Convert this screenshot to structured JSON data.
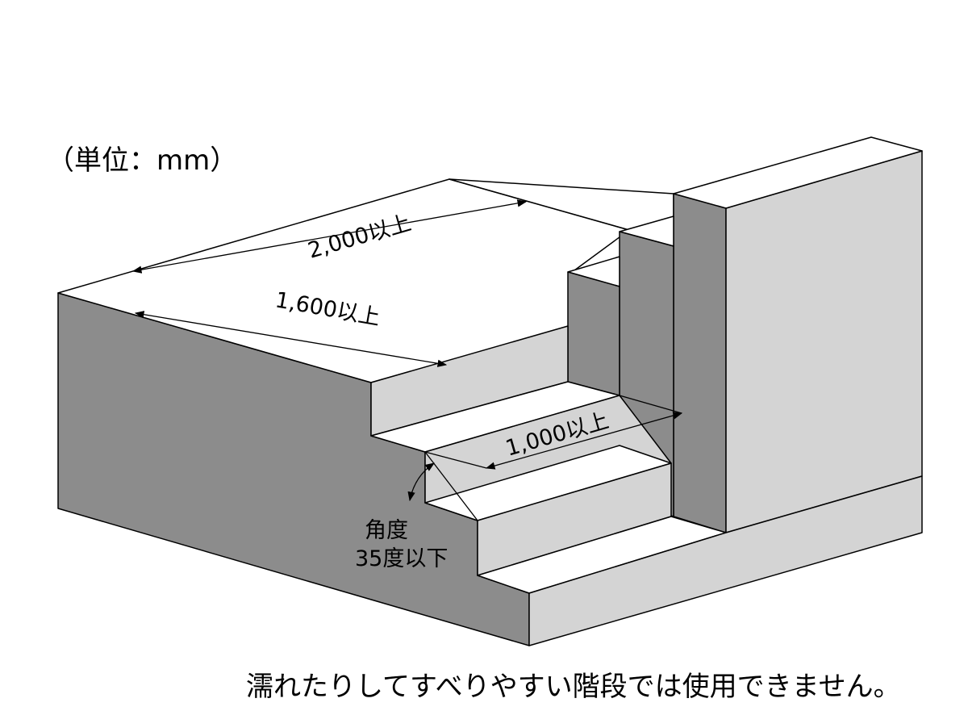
{
  "unit_note": "（単位：mm）",
  "dimensions": {
    "overall_width": "2,000以上",
    "landing_depth": "1,600以上",
    "stair_width": "1,000以上"
  },
  "angle_note": {
    "line1": "角度",
    "line2": "35度以下"
  },
  "caption": "濡れたりしてすべりやすい階段では使用できません。",
  "colors": {
    "dark_face": "#8c8c8c",
    "light_face": "#d4d4d4",
    "top_face": "#ffffff",
    "line": "#000000"
  }
}
